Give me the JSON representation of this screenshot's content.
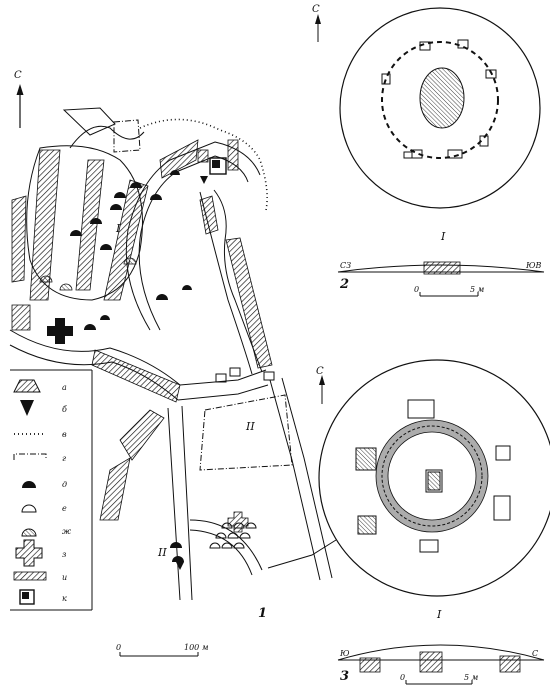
{
  "figure": {
    "map_number": "1",
    "map_scale": {
      "zero": "0",
      "end": "100 м"
    },
    "north_label": "С",
    "zones": [
      "I",
      "II",
      "II"
    ],
    "legend": [
      {
        "key": "a",
        "label": "а",
        "symbol": "trapezoid-hatched"
      },
      {
        "key": "b",
        "label": "б",
        "symbol": "triangle-filled"
      },
      {
        "key": "c",
        "label": "в",
        "symbol": "dotted-line"
      },
      {
        "key": "d",
        "label": "г",
        "symbol": "dash-dot-boundary"
      },
      {
        "key": "e",
        "label": "д",
        "symbol": "mound-filled"
      },
      {
        "key": "f",
        "label": "е",
        "symbol": "mound-outline"
      },
      {
        "key": "g",
        "label": "ж",
        "symbol": "mound-hatched"
      },
      {
        "key": "h",
        "label": "з",
        "symbol": "cross-hatched"
      },
      {
        "key": "i",
        "label": "и",
        "symbol": "hatched-band"
      },
      {
        "key": "k",
        "label": "к",
        "symbol": "square-building"
      }
    ],
    "plan2": {
      "north_label": "С",
      "section_label": "I",
      "figure_label": "2",
      "profile_left": "СЗ",
      "profile_right": "ЮВ",
      "scale": {
        "zero": "0",
        "end": "5 м"
      }
    },
    "plan3": {
      "north_label": "С",
      "section_label": "I",
      "figure_label": "3",
      "profile_left": "Ю",
      "profile_right": "С",
      "scale": {
        "zero": "0",
        "end": "5 м"
      }
    }
  }
}
